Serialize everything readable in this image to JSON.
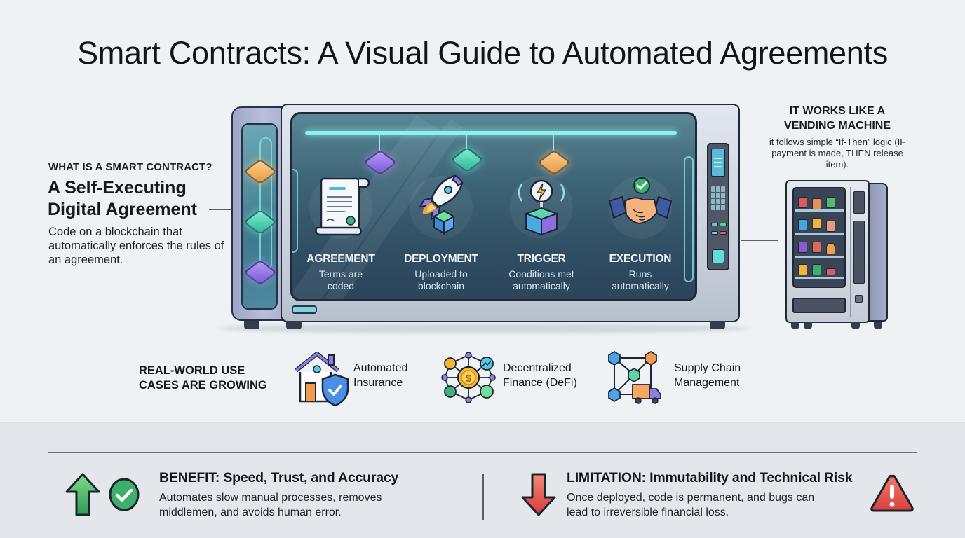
{
  "title": "Smart Contracts: A Visual Guide to Automated Agreements",
  "definition": {
    "kicker": "WHAT IS A SMART CONTRACT?",
    "heading_line1": "A Self-Executing",
    "heading_line2": "Digital Agreement",
    "body": "Code on a blockchain that automatically enforces the rules of an agreement."
  },
  "lifecycle": {
    "steps": [
      {
        "label": "AGREEMENT",
        "desc_line1": "Terms are",
        "desc_line2": "coded",
        "icon": "contract-scroll-icon"
      },
      {
        "label": "DEPLOYMENT",
        "desc_line1": "Uploaded to",
        "desc_line2": "blockchain",
        "icon": "rocket-icon"
      },
      {
        "label": "TRIGGER",
        "desc_line1": "Conditions met",
        "desc_line2": "automatically",
        "icon": "lightning-trigger-icon"
      },
      {
        "label": "EXECUTION",
        "desc_line1": "Runs",
        "desc_line2": "automatically",
        "icon": "handshake-icon"
      }
    ]
  },
  "analogy": {
    "title_line1": "IT WORKS LIKE A",
    "title_line2": "VENDING MACHINE",
    "body": "it follows simple “If-Then” logic (IF payment is made, THEN release item)."
  },
  "use_cases": {
    "heading_line1": "REAL-WORLD USE",
    "heading_line2": "CASES ARE GROWING",
    "items": [
      {
        "line1": "Automated",
        "line2": "Insurance",
        "icon": "house-shield-icon"
      },
      {
        "line1": "Decentralized",
        "line2": "Finance (DeFi)",
        "icon": "defi-network-icon"
      },
      {
        "line1": "Supply Chain",
        "line2": "Management",
        "icon": "supply-chain-icon"
      }
    ]
  },
  "benefit": {
    "title": "BENEFIT: Speed, Trust, and Accuracy",
    "body_line1": "Automates slow manual processes, removes",
    "body_line2": "middlemen, and avoids human error."
  },
  "limitation": {
    "title": "LIMITATION: Immutability and Technical Risk",
    "body_line1": "Once deployed, code is permanent, and bugs can",
    "body_line2": "lead to irreversible financial loss."
  },
  "colors": {
    "background": "#eef2f5",
    "screen": "#2f4d63",
    "accent_teal": "#8ef0ea",
    "benefit_green": "#3fae6a",
    "limitation_red": "#e0504f"
  }
}
